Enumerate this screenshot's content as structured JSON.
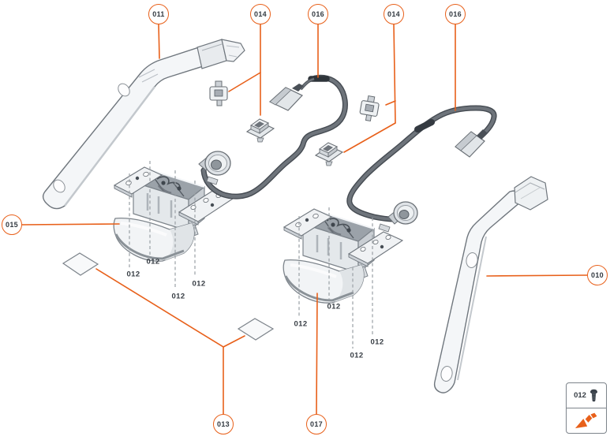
{
  "diagram": {
    "background_color": "#ffffff",
    "accent_color": "#e8601a",
    "outline_color": "#7d848b",
    "callouts": [
      {
        "label": "011"
      },
      {
        "label": "014"
      },
      {
        "label": "016"
      },
      {
        "label": "014"
      },
      {
        "label": "016"
      },
      {
        "label": "015"
      },
      {
        "label": "010"
      },
      {
        "label": "013"
      },
      {
        "label": "017"
      }
    ],
    "part_labels": [
      "012",
      "012",
      "012",
      "012",
      "012",
      "012",
      "012",
      "012"
    ],
    "legend": {
      "fastener_label": "012",
      "fastener_icon": "screw-icon",
      "direction_icon": "direction-arrow-icon"
    }
  }
}
